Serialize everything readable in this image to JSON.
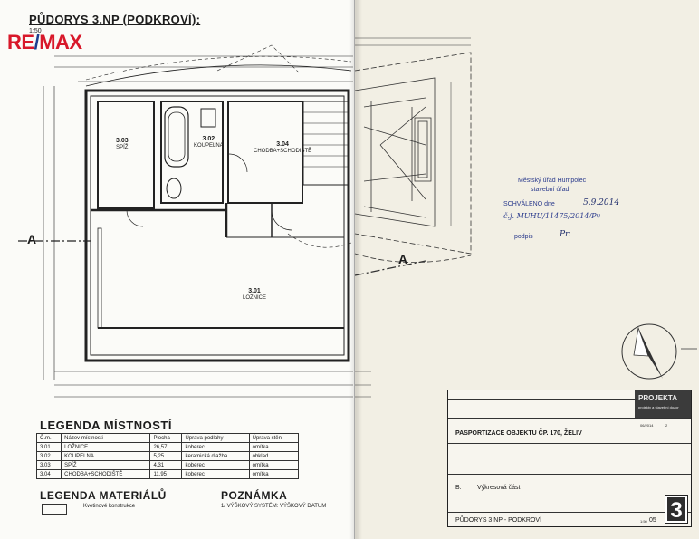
{
  "drawing": {
    "title": "PŮDORYS 3.NP (PODKROVÍ):",
    "scale": "1:50",
    "logo": {
      "left": "RE",
      "slash": "/",
      "right": "MAX"
    },
    "section_marks": [
      "A",
      "A"
    ],
    "rooms": [
      {
        "number": "3.03",
        "name": "SPÍŽ"
      },
      {
        "number": "3.02",
        "name": "KOUPELNA"
      },
      {
        "number": "3.04",
        "name": "CHODBA+SCHODIŠTĚ"
      },
      {
        "number": "3.01",
        "name": "LOŽNICE"
      }
    ]
  },
  "legend_rooms": {
    "title": "LEGENDA MÍSTNOSTÍ",
    "headers": [
      "Č.m.",
      "Název místnosti",
      "Plocha",
      "Úprava podlahy",
      "Úprava stěn"
    ],
    "rows": [
      [
        "3.01",
        "LOŽNICE",
        "26,57",
        "koberec",
        "omítka"
      ],
      [
        "3.02",
        "KOUPELNA",
        "5,25",
        "keramická dlažba",
        "obklad"
      ],
      [
        "3.03",
        "SPÍŽ",
        "4,31",
        "koberec",
        "omítka"
      ],
      [
        "3.04",
        "CHODBA+SCHODIŠTĚ",
        "11,95",
        "koberec",
        "omítka"
      ]
    ]
  },
  "legend_materials": {
    "title": "LEGENDA MATERIÁLŮ",
    "item": "Kvetinové konstrukce"
  },
  "note": {
    "title": "POZNÁMKA",
    "text": "1/ VÝŠKOVÝ SYSTÉM: VÝŠKOVÝ DATUM"
  },
  "stamp": {
    "office": "Městský úřad Humpolec",
    "dept": "stavební úřad",
    "approved_label": "SCHVÁLENO dne",
    "approved_date": "5.9.2014",
    "ref": "č.j. MUHU/11475/2014/Pv",
    "sign_label": "podpis",
    "sign": "Pr."
  },
  "title_block": {
    "company": "PROJEKTA",
    "company_sub": "projekty a stavební dozor",
    "project": "PASPORTIZACE OBJEKTU ČP. 170, ŽELIV",
    "part_code": "B.",
    "part_name": "Výkresová část",
    "drawing_name": "PŮDORYS 3.NP - PODKROVÍ",
    "date": "06/2014",
    "scale": "1:50",
    "format": "2",
    "sheet": "05",
    "number": "3"
  }
}
